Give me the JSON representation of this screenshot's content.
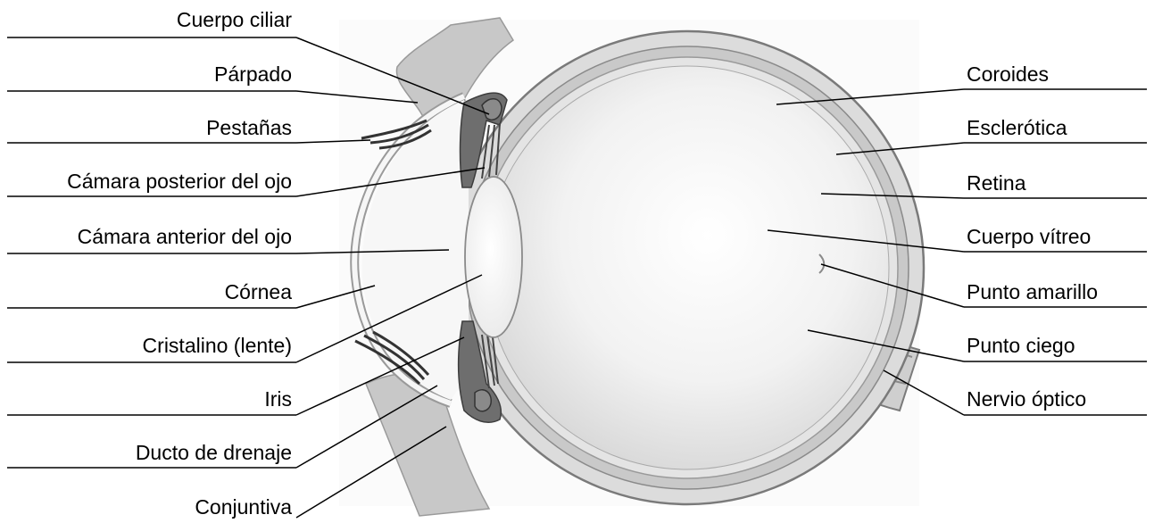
{
  "labels_left": [
    "Cuerpo ciliar",
    "Párpado",
    "Pestañas",
    "Cámara posterior del ojo",
    "Cámara anterior del ojo",
    "Córnea",
    "Cristalino (lente)",
    "Iris",
    "Ducto de drenaje",
    "Conjuntiva"
  ],
  "labels_right": [
    "Coroides",
    "Esclerótica",
    "Retina",
    "Cuerpo vítreo",
    "Punto amarillo",
    "Punto ciego",
    "Nervio óptico"
  ]
}
